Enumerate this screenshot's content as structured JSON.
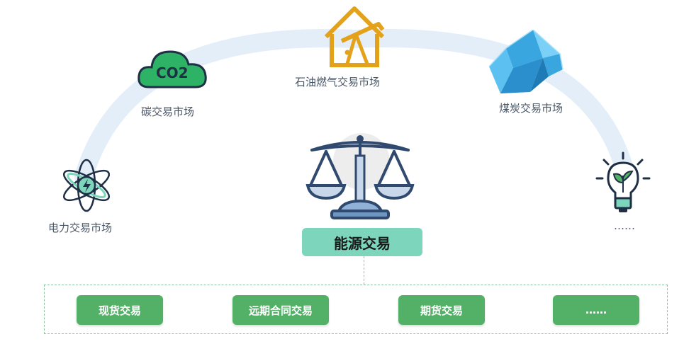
{
  "markets": {
    "electricity": "电力交易市场",
    "carbon": "碳交易市场",
    "oil_gas": "石油燃气交易市场",
    "coal": "煤炭交易市场",
    "more": "……"
  },
  "carbon_icon_text": "CO2",
  "center_label": "能源交易",
  "sub_types": [
    "现货交易",
    "远期合同交易",
    "期货交易",
    "……"
  ],
  "colors": {
    "arc": "#e4eef9",
    "center_box": "#7dd6bc",
    "sub_button": "#52b167",
    "dashed_border": "#8cc4a0",
    "scale_icon": "#2f4a6e",
    "oil_icon": "#e3a21a",
    "coal_icon": "#3aa6e0",
    "co2_icon": "#2eb266"
  }
}
